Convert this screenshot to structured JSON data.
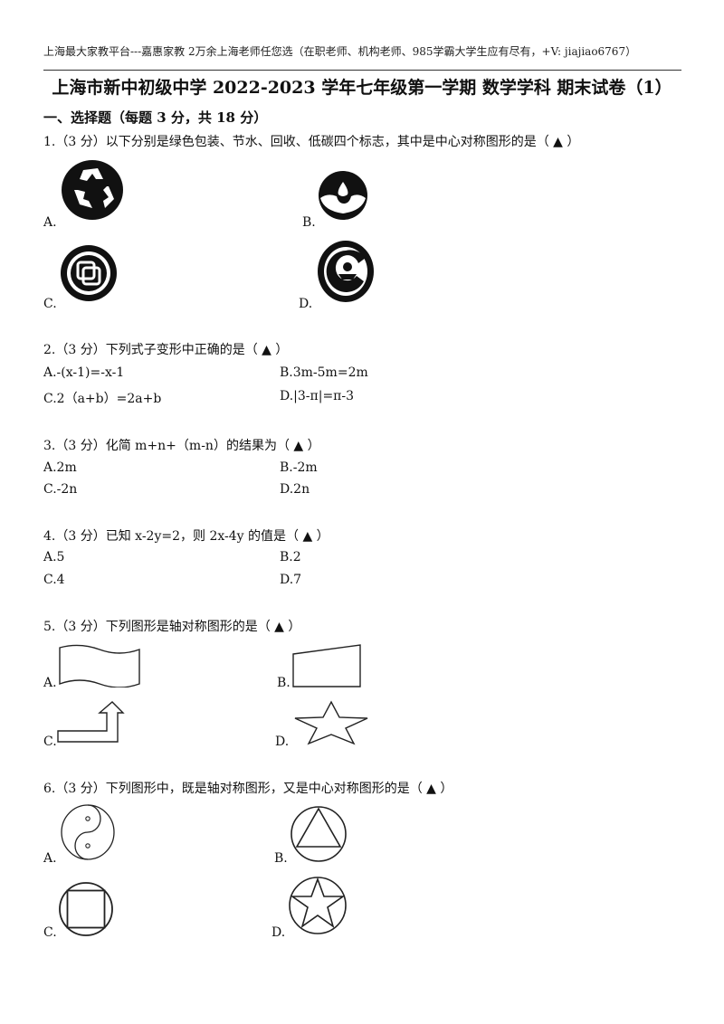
{
  "header_note": "上海最大家教平台---嘉惠家教 2万余上海老师任您选（在职老师、机构老师、985学霸大学生应有尽有，+V: jiajiao6767）",
  "title": "上海市新中初级中学 2022-2023 学年七年级第一学期 数学学科 期末试卷（1）",
  "section": "一、选择题（每题 3 分，共 18 分）",
  "questions": [
    {
      "stem": "1.（3 分）以下分别是绿色包装、节水、回收、低碳四个标志，其中是中心对称图形的是（    ▲    ）",
      "options": [
        "A.",
        "B.",
        "C.",
        "D."
      ]
    },
    {
      "stem": "2.（3 分）下列式子变形中正确的是（    ▲    ）",
      "options": [
        "A.-(x-1)=-x-1",
        "B.3m-5m=2m",
        "C.2（a+b）=2a+b",
        "D.|3-π|=π-3"
      ]
    },
    {
      "stem": "3.（3 分）化简 m+n+（m-n）的结果为（    ▲    ）",
      "options": [
        "A.2m",
        "B.-2m",
        "C.-2n",
        "D.2n"
      ]
    },
    {
      "stem": "4.（3 分）已知 x-2y=2，则 2x-4y 的值是（    ▲    ）",
      "options": [
        "A.5",
        "B.2",
        "C.4",
        "D.7"
      ]
    },
    {
      "stem": "5.（3 分）下列图形是轴对称图形的是（    ▲    ）",
      "options": [
        "A.",
        "B.",
        "C.",
        "D."
      ]
    },
    {
      "stem": "6.（3 分）下列图形中，既是轴对称图形，又是中心对称图形的是（    ▲    ）",
      "options": [
        "A.",
        "B.",
        "C.",
        "D."
      ]
    }
  ]
}
